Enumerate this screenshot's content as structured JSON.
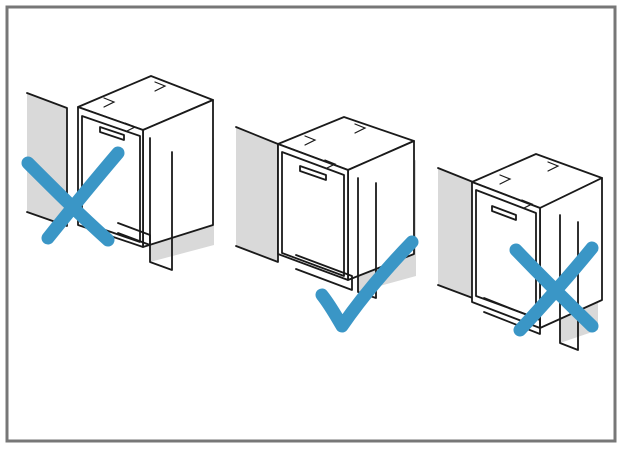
{
  "figure": {
    "description_icons": [
      "cross-mark-icon",
      "check-mark-icon",
      "cross-mark-icon"
    ],
    "scenes": [
      {
        "id": "scene-left",
        "verdict": "incorrect"
      },
      {
        "id": "scene-middle",
        "verdict": "correct"
      },
      {
        "id": "scene-right",
        "verdict": "incorrect"
      }
    ]
  },
  "colors": {
    "frame": "#777777",
    "wall": "#d9d9d9",
    "mark": "#3a96c6",
    "outline": "#1a1a1a"
  }
}
